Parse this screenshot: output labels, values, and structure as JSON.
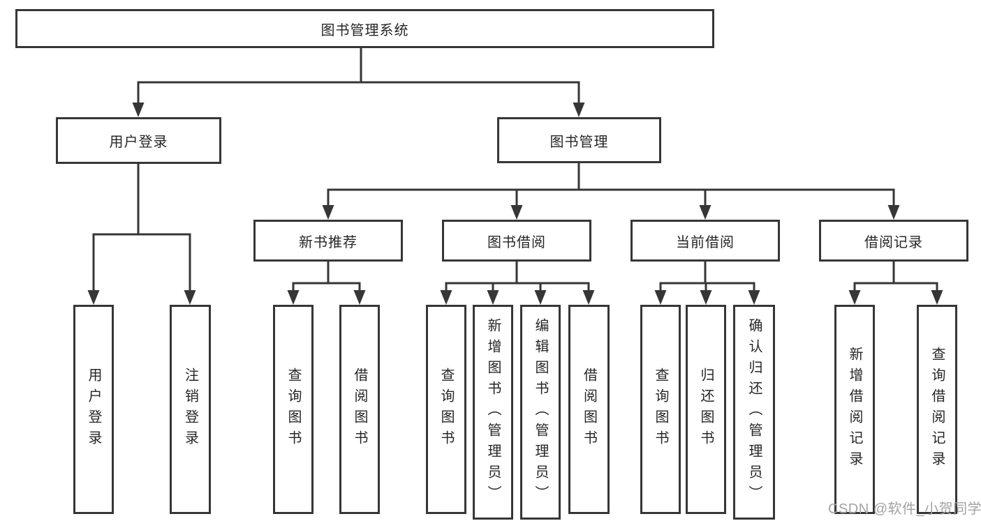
{
  "nodes": {
    "root": {
      "label": "图书管理系统"
    },
    "level2": [
      {
        "label": "用户登录"
      },
      {
        "label": "图书管理"
      }
    ],
    "level3": [
      {
        "label": "新书推荐"
      },
      {
        "label": "图书借阅"
      },
      {
        "label": "当前借阅"
      },
      {
        "label": "借阅记录"
      }
    ],
    "user_login_children": [
      {
        "label": "用户登录"
      },
      {
        "label": "注销登录"
      }
    ],
    "new_book_children": [
      {
        "label": "查询图书"
      },
      {
        "label": "借阅图书"
      }
    ],
    "book_borrow_children": [
      {
        "label": "查询图书"
      },
      {
        "label": "新增图书（管理员）"
      },
      {
        "label": "编辑图书（管理员）"
      },
      {
        "label": "借阅图书"
      }
    ],
    "current_borrow_children": [
      {
        "label": "查询图书"
      },
      {
        "label": "归还图书"
      },
      {
        "label": "确认归还（管理员）"
      }
    ],
    "borrow_record_children": [
      {
        "label": "新增借阅记录"
      },
      {
        "label": "查询借阅记录"
      }
    ]
  },
  "watermark": {
    "text": "CSDN @软件_小贺同学"
  },
  "colors": {
    "line": "#363636",
    "border": "#363636",
    "text": "#262626",
    "watermark": "#a3a3a3",
    "background": "#ffffff"
  }
}
